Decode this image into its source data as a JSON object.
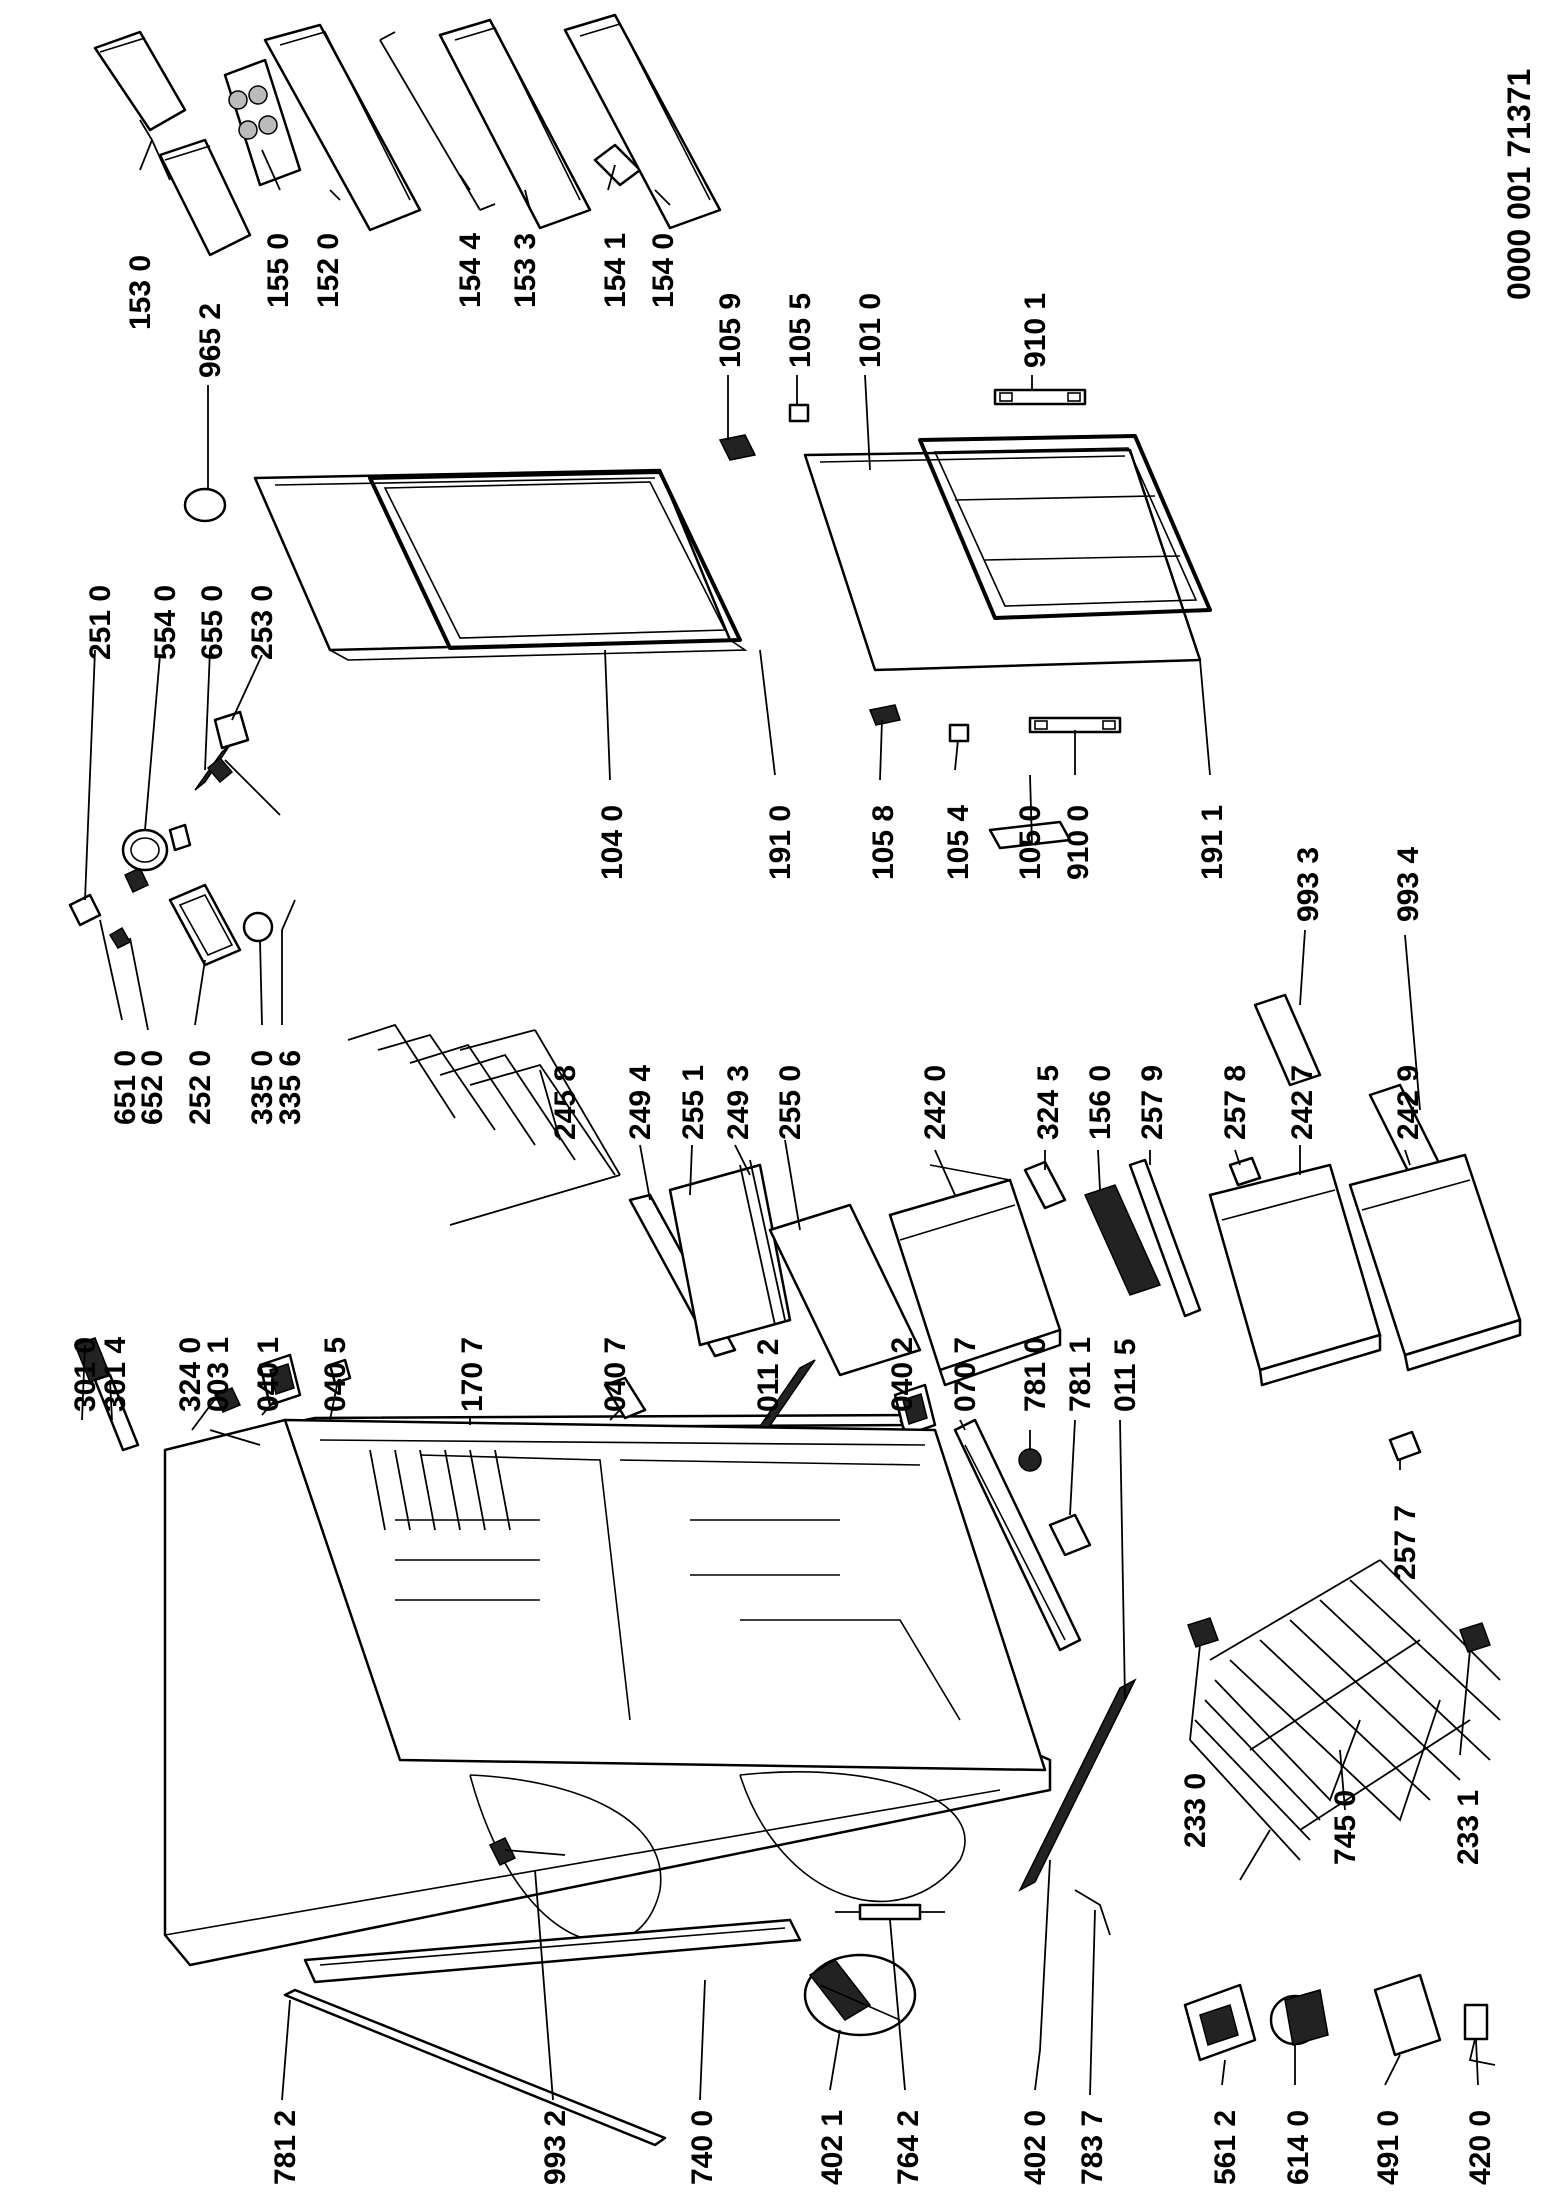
{
  "document_number": "0000 001 71371",
  "labels": [
    {
      "text": "153 0"
    },
    {
      "text": "965 2"
    },
    {
      "text": "155 0"
    },
    {
      "text": "152 0"
    },
    {
      "text": "154 4"
    },
    {
      "text": "153 3"
    },
    {
      "text": "154 1"
    },
    {
      "text": "154 0"
    },
    {
      "text": "105 9"
    },
    {
      "text": "105 5"
    },
    {
      "text": "101 0"
    },
    {
      "text": "910 1"
    },
    {
      "text": "251 0"
    },
    {
      "text": "554 0"
    },
    {
      "text": "655 0"
    },
    {
      "text": "253 0"
    },
    {
      "text": "104 0"
    },
    {
      "text": "191 0"
    },
    {
      "text": "105 8"
    },
    {
      "text": "105 4"
    },
    {
      "text": "105 0"
    },
    {
      "text": "910 0"
    },
    {
      "text": "191 1"
    },
    {
      "text": "993 3"
    },
    {
      "text": "993 4"
    },
    {
      "text": "651 0"
    },
    {
      "text": "652 0"
    },
    {
      "text": "252 0"
    },
    {
      "text": "335 0"
    },
    {
      "text": "335 6"
    },
    {
      "text": "245 8"
    },
    {
      "text": "249 4"
    },
    {
      "text": "255 1"
    },
    {
      "text": "249 3"
    },
    {
      "text": "255 0"
    },
    {
      "text": "242 0"
    },
    {
      "text": "324 5"
    },
    {
      "text": "156 0"
    },
    {
      "text": "257 9"
    },
    {
      "text": "257 8"
    },
    {
      "text": "242 7"
    },
    {
      "text": "242 9"
    },
    {
      "text": "301 0"
    },
    {
      "text": "301 4"
    },
    {
      "text": "324 0"
    },
    {
      "text": "003 1"
    },
    {
      "text": "040 1"
    },
    {
      "text": "040 5"
    },
    {
      "text": "170 7"
    },
    {
      "text": "040 7"
    },
    {
      "text": "011 2"
    },
    {
      "text": "040 2"
    },
    {
      "text": "070 7"
    },
    {
      "text": "781 0"
    },
    {
      "text": "781 1"
    },
    {
      "text": "011 5"
    },
    {
      "text": "257 7"
    },
    {
      "text": "233 0"
    },
    {
      "text": "745 0"
    },
    {
      "text": "233 1"
    },
    {
      "text": "781 2"
    },
    {
      "text": "993 2"
    },
    {
      "text": "740 0"
    },
    {
      "text": "402 1"
    },
    {
      "text": "764 2"
    },
    {
      "text": "402 0"
    },
    {
      "text": "783 7"
    },
    {
      "text": "561 2"
    },
    {
      "text": "614 0"
    },
    {
      "text": "491 0"
    },
    {
      "text": "420 0"
    }
  ]
}
